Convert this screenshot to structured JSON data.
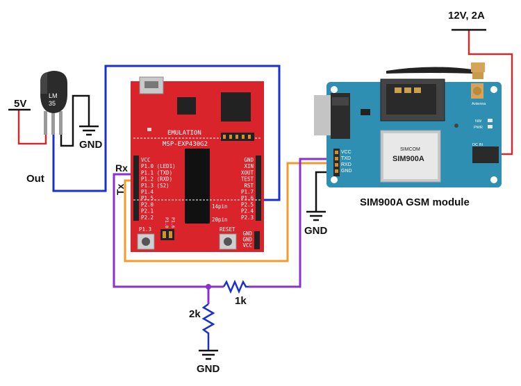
{
  "labels": {
    "supply_5v": "5V",
    "lm35_gnd": "GND",
    "lm35_out": "Out",
    "rx": "Rx",
    "tx": "Tx",
    "power_12v": "12V, 2A",
    "sim_title": "SIM900A GSM module",
    "sim_gnd": "GND",
    "res_1k": "1k",
    "res_2k": "2k",
    "bottom_gnd": "GND"
  },
  "lm35": {
    "line1": "LM",
    "line2": "35"
  },
  "launchpad": {
    "emulation": "EMULATION",
    "model": "MSP-EXP430G2",
    "left_pins": [
      "VCC",
      "P1.0 (LED1)",
      "P1.1 (TXD)",
      "P1.2 (RXD)",
      "P1.3 (S2)",
      "P1.4",
      "P1.5",
      "P2.0",
      "P2.1",
      "P2.2"
    ],
    "right_pins": [
      "GND",
      "XIN",
      "XOUT",
      "TEST",
      "RST",
      "P1.7",
      "P1.6",
      "P2.5",
      "P2.4",
      "P2.3"
    ],
    "pin14": "14pin",
    "pin20": "20pin",
    "p13": "P1.3",
    "reset": "RESET",
    "header_left": "P1.0",
    "header_right": "P1.6",
    "bottom_right": [
      "GND",
      "GND",
      "VCC"
    ]
  },
  "sim900": {
    "brand": "SIMCOM",
    "model": "SIM900A",
    "pins": [
      "VCC",
      "TXD",
      "RXD",
      "GND"
    ],
    "antenna": "Antenna",
    "nw": "NW",
    "pwr": "PWR",
    "dcin": "DC IN"
  },
  "colors": {
    "blue": "#1a2fd0",
    "orange": "#f39a2c",
    "purple": "#8a2fd2",
    "red": "#d12a2a",
    "board_red": "#d8242a",
    "sim_blue": "#2e8fb2"
  }
}
